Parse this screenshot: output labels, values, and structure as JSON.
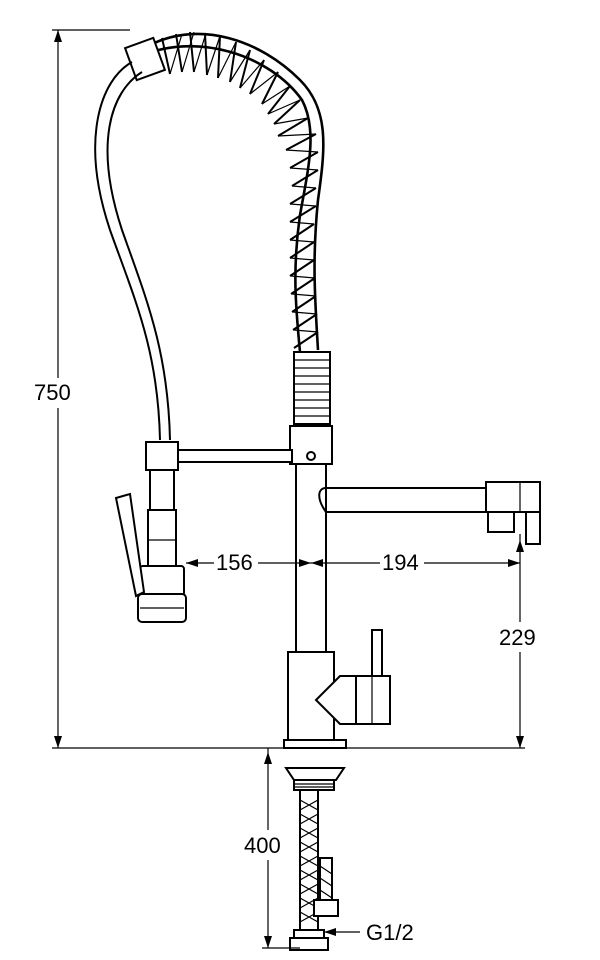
{
  "dimensions": {
    "total_height": "750",
    "spout_left": "156",
    "spout_right": "194",
    "spout_height": "229",
    "hose_length": "400",
    "connection": "G1/2"
  }
}
